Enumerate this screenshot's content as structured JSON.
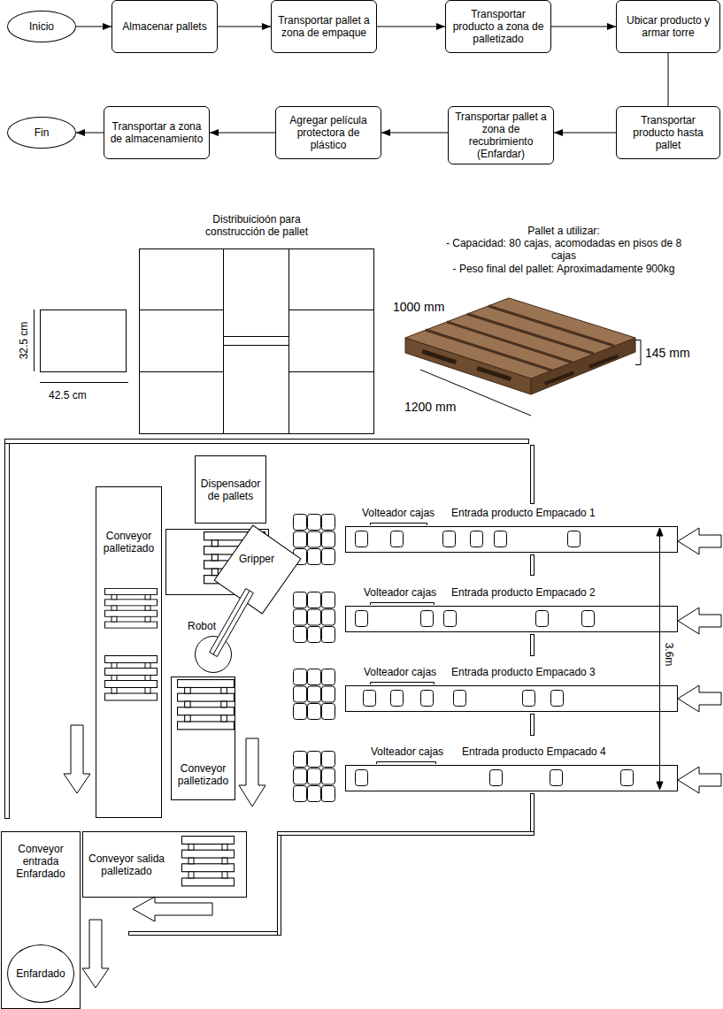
{
  "diagram": {
    "nodes": [
      {
        "text": [
          "Inicio"
        ]
      },
      {
        "text": [
          "Almacenar pallets"
        ]
      },
      {
        "text": [
          "Transportar pallet a zona de empaque"
        ]
      },
      {
        "text": [
          "Transportar producto a zona de palletizado"
        ]
      },
      {
        "text": [
          "Ubicar producto y armar torre"
        ]
      },
      {
        "text": [
          "Transportar producto hasta pallet"
        ]
      },
      {
        "text": [
          "Transportar pallet a zona de recubrimiento (Enfardar)"
        ]
      },
      {
        "text": [
          "Agregar película protectora de plástico"
        ]
      },
      {
        "text": [
          "Transportar a zona de almacenamiento"
        ]
      },
      {
        "text": [
          "Fin"
        ]
      },
      {
        "text": [
          "Dispensador de pallets"
        ]
      },
      {
        "text": [
          "Conveyor palletizado"
        ]
      },
      {
        "text": [
          "Volteador cajas",
          "Entrada producto Empacado 1"
        ]
      },
      {
        "text": [
          "Volteador cajas",
          "Entrada producto Empacado 2"
        ]
      },
      {
        "text": [
          "Volteador cajas",
          "Entrada producto Empacado 3"
        ]
      },
      {
        "text": [
          "Volteador cajas",
          "Entrada producto Empacado 4"
        ]
      },
      {
        "text": [
          "Conveyor palletizado"
        ]
      },
      {
        "text": [
          "Conveyor salida palletizado"
        ]
      },
      {
        "text": [
          "Conveyor entrada Enfardado"
        ]
      },
      {
        "text": [
          "Enfardado"
        ],
        "in": 18
      }
    ],
    "edges": [
      {
        "from": 0,
        "to": 1,
        "arrow": "to"
      },
      {
        "from": 1,
        "to": 2,
        "arrow": "to"
      },
      {
        "from": 2,
        "to": 3,
        "arrow": "to"
      },
      {
        "from": 3,
        "to": 4,
        "arrow": "to"
      },
      {
        "from": 4,
        "to": 5,
        "arrow": "none"
      },
      {
        "from": 5,
        "to": 6,
        "arrow": "to"
      },
      {
        "from": 6,
        "to": 7,
        "arrow": "to"
      },
      {
        "from": 7,
        "to": 8,
        "arrow": "to"
      },
      {
        "from": 8,
        "to": 9,
        "arrow": "to"
      }
    ],
    "labels": [
      "Distribuicioón para construcción de pallet",
      "32.5 cm",
      "42.5 cm",
      "Pallet a utilizar:",
      "- Capacidad: 80 cajas, acomodadas en pisos de 8 cajas",
      "- Peso final del pallet: Aproximadamente 900kg",
      "1000 mm",
      "145 mm",
      "1200 mm",
      "Gripper",
      "Robot",
      "3.6m"
    ]
  }
}
